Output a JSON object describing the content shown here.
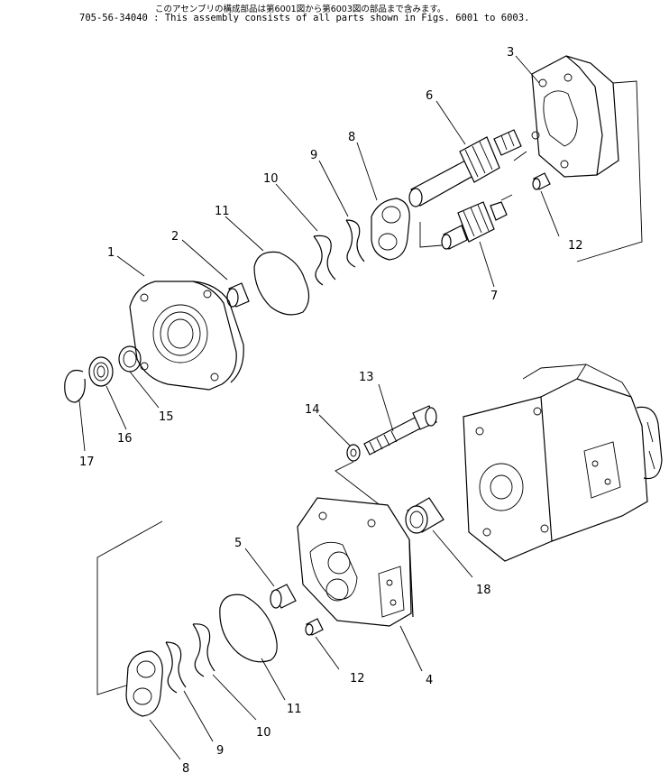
{
  "header": {
    "japanese_note": "このアセンブリの構成部品は第6001図から第6003図の部品まで含みます。",
    "english_note": "705-56-34040 : This assembly consists of all parts shown in Figs. 6001 to 6003."
  },
  "callouts": [
    {
      "id": "c1",
      "text": "1"
    },
    {
      "id": "c2",
      "text": "2"
    },
    {
      "id": "c3",
      "text": "3"
    },
    {
      "id": "c4",
      "text": "4"
    },
    {
      "id": "c5",
      "text": "5"
    },
    {
      "id": "c6",
      "text": "6"
    },
    {
      "id": "c7",
      "text": "7"
    },
    {
      "id": "c8a",
      "text": "8"
    },
    {
      "id": "c8b",
      "text": "8"
    },
    {
      "id": "c9a",
      "text": "9"
    },
    {
      "id": "c9b",
      "text": "9"
    },
    {
      "id": "c10a",
      "text": "10"
    },
    {
      "id": "c10b",
      "text": "10"
    },
    {
      "id": "c11a",
      "text": "11"
    },
    {
      "id": "c11b",
      "text": "11"
    },
    {
      "id": "c12a",
      "text": "12"
    },
    {
      "id": "c12b",
      "text": "12"
    },
    {
      "id": "c13",
      "text": "13"
    },
    {
      "id": "c14",
      "text": "14"
    },
    {
      "id": "c15",
      "text": "15"
    },
    {
      "id": "c16",
      "text": "16"
    },
    {
      "id": "c17",
      "text": "17"
    },
    {
      "id": "c18",
      "text": "18"
    }
  ]
}
